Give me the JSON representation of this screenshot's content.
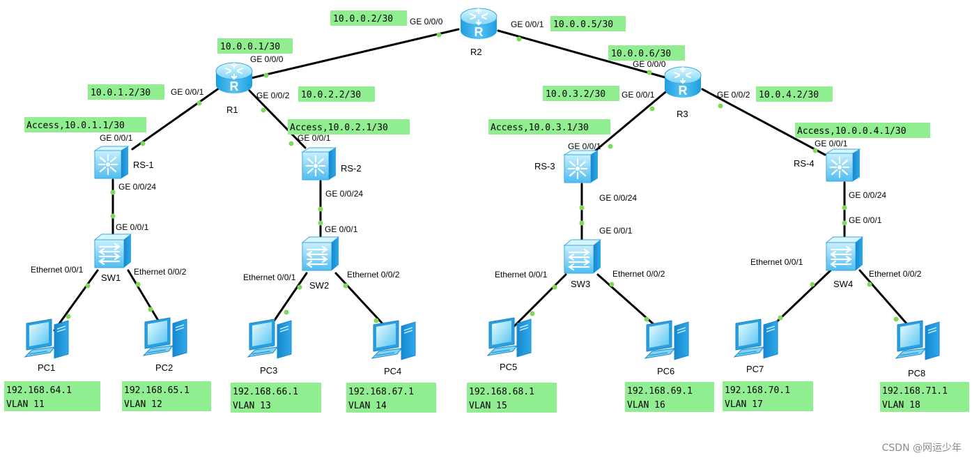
{
  "colors": {
    "highlight": "#90ee90",
    "link_dot": "#7ed957",
    "device_light": "#b9ecff",
    "device_dark": "#2aa6e6"
  },
  "devices": {
    "r1": {
      "label": "R1",
      "icon": "router-icon"
    },
    "r2": {
      "label": "R2",
      "icon": "router-icon"
    },
    "r3": {
      "label": "R3",
      "icon": "router-icon"
    },
    "rs1": {
      "label": "RS-1",
      "icon": "l3-switch-icon"
    },
    "rs2": {
      "label": "RS-2",
      "icon": "l3-switch-icon"
    },
    "rs3": {
      "label": "RS-3",
      "icon": "l3-switch-icon"
    },
    "rs4": {
      "label": "RS-4",
      "icon": "l3-switch-icon"
    },
    "sw1": {
      "label": "SW1",
      "icon": "switch-icon"
    },
    "sw2": {
      "label": "SW2",
      "icon": "switch-icon"
    },
    "sw3": {
      "label": "SW3",
      "icon": "switch-icon"
    },
    "sw4": {
      "label": "SW4",
      "icon": "switch-icon"
    },
    "pc1": {
      "label": "PC1",
      "icon": "pc-icon"
    },
    "pc2": {
      "label": "PC2",
      "icon": "pc-icon"
    },
    "pc3": {
      "label": "PC3",
      "icon": "pc-icon"
    },
    "pc4": {
      "label": "PC4",
      "icon": "pc-icon"
    },
    "pc5": {
      "label": "PC5",
      "icon": "pc-icon"
    },
    "pc6": {
      "label": "PC6",
      "icon": "pc-icon"
    },
    "pc7": {
      "label": "PC7",
      "icon": "pc-icon"
    },
    "pc8": {
      "label": "PC8",
      "icon": "pc-icon"
    }
  },
  "ports": {
    "r2_ge000": "GE 0/0/0",
    "r2_ge001": "GE 0/0/1",
    "r1_ge000": "GE 0/0/0",
    "r1_ge001": "GE 0/0/1",
    "r1_ge002": "GE 0/0/2",
    "r3_ge000": "GE 0/0/0",
    "r3_ge001": "GE 0/0/1",
    "r3_ge002": "GE 0/0/2",
    "rs1_ge001": "GE 0/0/1",
    "rs1_ge0024": "GE 0/0/24",
    "rs2_ge001": "GE 0/0/1",
    "rs2_ge0024": "GE 0/0/24",
    "rs3_ge001": "GE 0/0/1",
    "rs3_ge0024": "GE 0/0/24",
    "rs4_ge001": "GE 0/0/1",
    "rs4_ge0024": "GE 0/0/24",
    "sw1_ge001": "GE 0/0/1",
    "sw2_ge001": "GE 0/0/1",
    "sw3_ge001": "GE 0/0/1",
    "sw4_ge001": "GE 0/0/1",
    "sw1_eth1": "Ethernet 0/0/1",
    "sw1_eth2": "Ethernet 0/0/2",
    "sw2_eth1": "Ethernet 0/0/1",
    "sw2_eth2": "Ethernet 0/0/2",
    "sw3_eth1": "Ethernet 0/0/1",
    "sw3_eth2": "Ethernet 0/0/2",
    "sw4_eth1": "Ethernet 0/0/1",
    "sw4_eth2": "Ethernet 0/0/2"
  },
  "addresses": {
    "r2_ge000": "10.0.0.2/30",
    "r2_ge001": "10.0.0.5/30",
    "r1_ge000": "10.0.0.1/30",
    "r1_ge001": "10.0.1.2/30",
    "r1_ge002": "10.0.2.2/30",
    "r3_ge000": "10.0.0.6/30",
    "r3_ge001": "10.0.3.2/30",
    "r3_ge002": "10.0.4.2/30",
    "rs1": "Access,10.0.1.1/30",
    "rs2": "Access,10.0.2.1/30",
    "rs3": "Access,10.0.3.1/30",
    "rs4": "Access,10.0.0.4.1/30"
  },
  "hosts": {
    "pc1": {
      "ip": "192.168.64.1",
      "vlan": "VLAN 11"
    },
    "pc2": {
      "ip": "192.168.65.1",
      "vlan": "VLAN 12"
    },
    "pc3": {
      "ip": "192.168.66.1",
      "vlan": "VLAN 13"
    },
    "pc4": {
      "ip": "192.168.67.1",
      "vlan": "VLAN 14"
    },
    "pc5": {
      "ip": "192.168.68.1",
      "vlan": "VLAN 15"
    },
    "pc6": {
      "ip": "192.168.69.1",
      "vlan": "VLAN 16"
    },
    "pc7": {
      "ip": "192.168.70.1",
      "vlan": "VLAN 17"
    },
    "pc8": {
      "ip": "192.168.71.1",
      "vlan": "VLAN 18"
    }
  },
  "watermark": "CSDN @网运少年"
}
